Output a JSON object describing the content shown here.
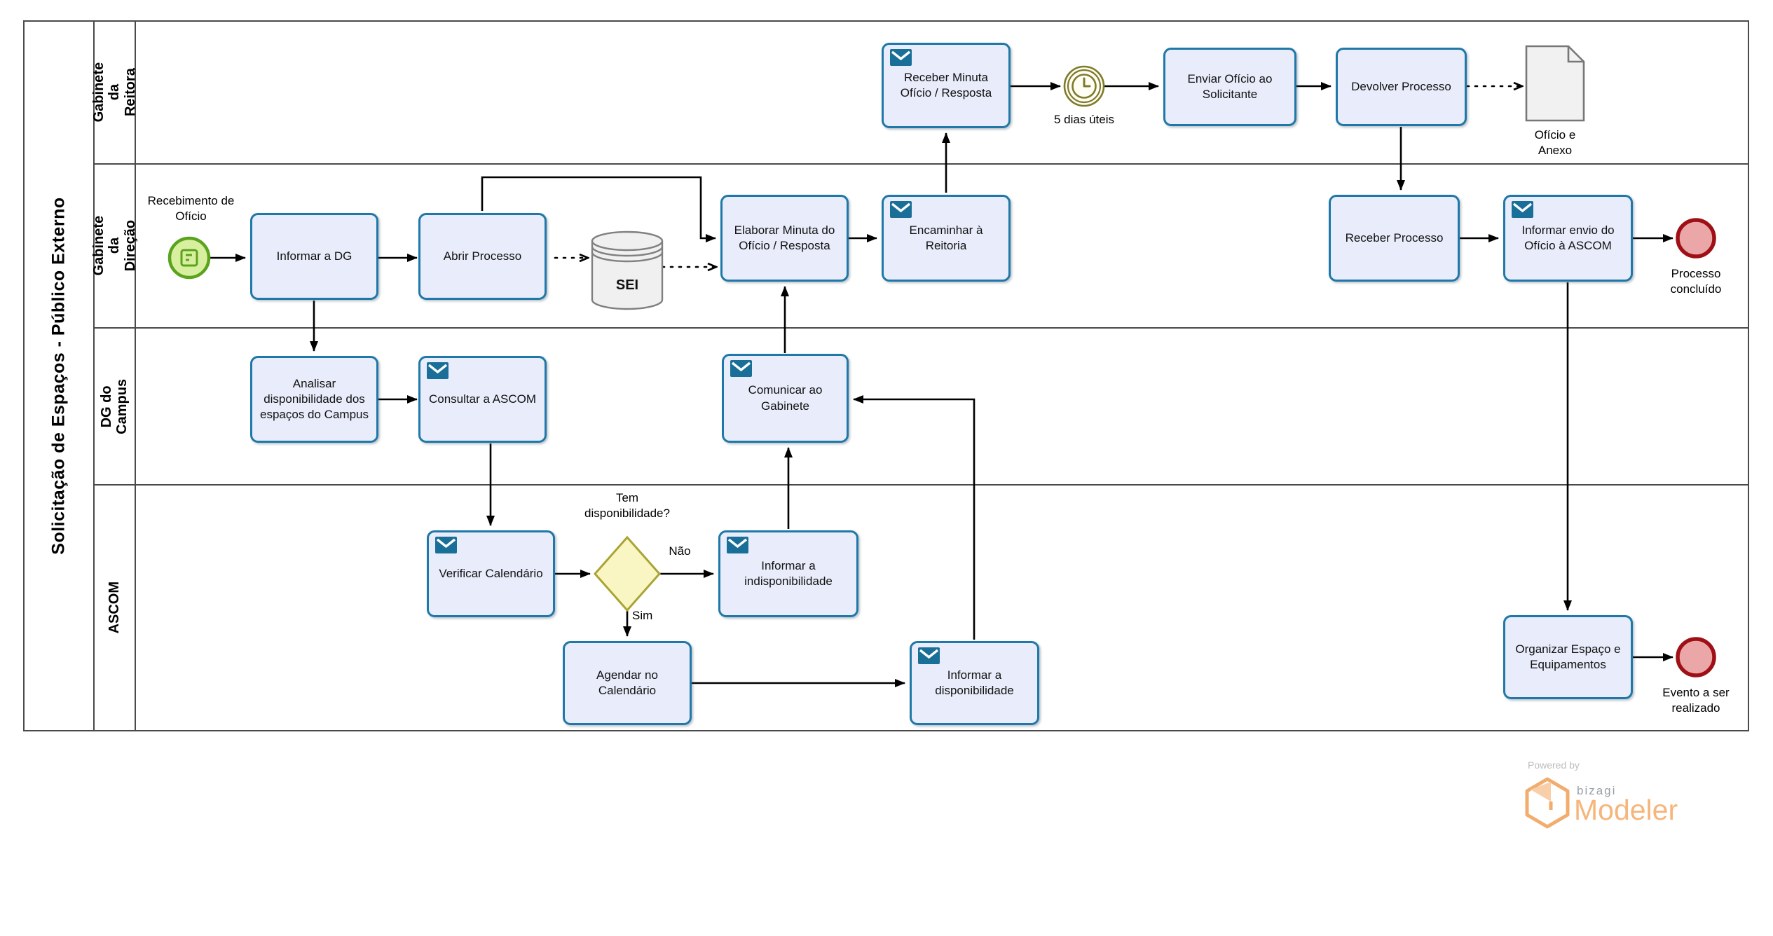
{
  "pool": {
    "title": "Solicitação de Espaços - Público Externo"
  },
  "lanes": [
    {
      "label": "Gabinete da Reitora"
    },
    {
      "label": "Gabinete da Direção"
    },
    {
      "label": "DG do Campus"
    },
    {
      "label": "ASCOM"
    }
  ],
  "nodes": {
    "start_label": "Recebimento de Ofício",
    "informar_dg": "Informar a DG",
    "abrir_processo": "Abrir Processo",
    "sei": "SEI",
    "elaborar_minuta": "Elaborar Minuta do Ofício / Resposta",
    "encaminhar_reitoria": "Encaminhar à Reitoria",
    "receber_minuta": "Receber Minuta Ofício / Resposta",
    "timer_label": "5 dias úteis",
    "enviar_oficio": "Enviar Ofício ao Solicitante",
    "devolver_processo": "Devolver Processo",
    "oficio_anexo": "Ofício e Anexo",
    "receber_processo": "Receber Processo",
    "informar_envio": "Informar envio do Ofício à ASCOM",
    "processo_concluido": "Processo concluído",
    "analisar_disponibilidade": "Analisar disponibilidade dos espaços do Campus",
    "consultar_ascom": "Consultar a ASCOM",
    "comunicar_gabinete": "Comunicar ao Gabinete",
    "verificar_calendario": "Verificar Calendário",
    "gateway_question": "Tem disponibilidade?",
    "flow_nao": "Não",
    "flow_sim": "Sim",
    "informar_indisponibilidade": "Informar a indisponibilidade",
    "agendar_calendario": "Agendar no Calendário",
    "informar_disponibilidade": "Informar a disponibilidade",
    "organizar_espaco": "Organizar Espaço e Equipamentos",
    "evento_realizado": "Evento a ser realizado"
  },
  "branding": {
    "powered_by": "Powered by",
    "brand": "bizagi",
    "product": "Modeler"
  },
  "colors": {
    "task_fill": "#e9edfb",
    "task_border": "#1f78a8",
    "message_icon_blue": "#1a6f99",
    "start_fill": "#d9efa0",
    "start_border": "#5aa31d",
    "end_fill": "#eba7a8",
    "end_border": "#9e1016",
    "timer_olive": "#7f7a2a",
    "gateway_fill": "#faf6c3",
    "gateway_border": "#a9a433",
    "lane_border": "#4a4a4a",
    "brand_orange": "#f6b57b",
    "brand_gray": "#9aa0a6"
  }
}
